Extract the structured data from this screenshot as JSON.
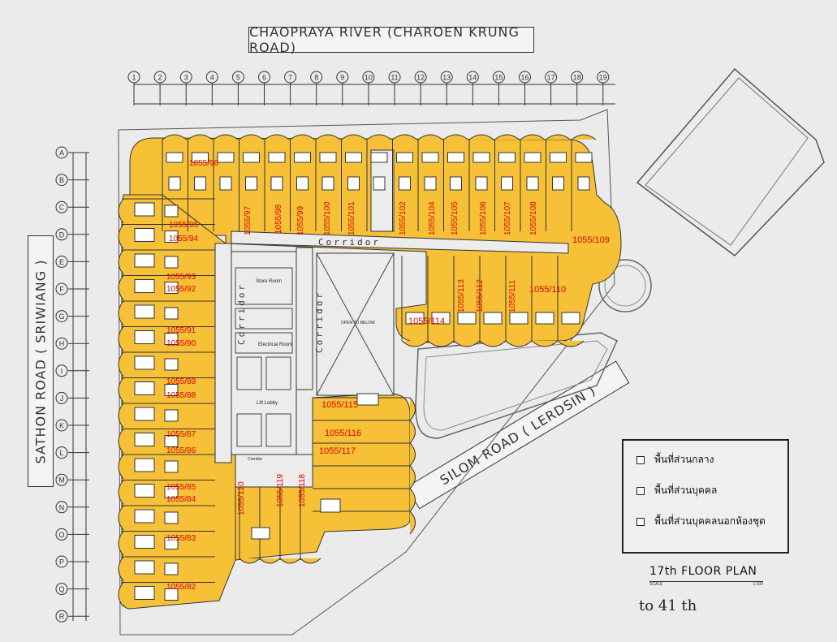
{
  "roads": {
    "top": "CHAOPRAYA RIVER (CHAROEN KRUNG ROAD)",
    "left": "SATHON ROAD ( SRIWIANG )",
    "silom": "SILOM ROAD ( LERDSIN )"
  },
  "grid": {
    "columns": [
      "1",
      "2",
      "3",
      "4",
      "5",
      "6",
      "7",
      "8",
      "9",
      "10",
      "11",
      "12",
      "13",
      "14",
      "15",
      "16",
      "17",
      "18",
      "19"
    ],
    "rows": [
      "A",
      "B",
      "C",
      "D",
      "E",
      "F",
      "G",
      "H",
      "I",
      "J",
      "K",
      "L",
      "M",
      "N",
      "O",
      "P",
      "Q",
      "R"
    ]
  },
  "corridor_labels": {
    "main": "Corridor",
    "left": "Corridor",
    "right": "Corridor"
  },
  "rooms": {
    "store": "Store Room",
    "electrical": "Electrical Room",
    "lift": "Lift Lobby",
    "open": "OPEN TO BELOW",
    "corridor_small": "Corridor"
  },
  "units": {
    "u96": "1055/96",
    "u95": "1055/95",
    "u94": "1055/94",
    "u93": "1055/93",
    "u92": "1055/92",
    "u91": "1055/91",
    "u90": "1055/90",
    "u89": "1055/89",
    "u88": "1055/88",
    "u87": "1055/87",
    "u86": "1055/86",
    "u85": "1055/85",
    "u84": "1055/84",
    "u83": "1055/83",
    "u82": "1055/82",
    "u97": "1055/97",
    "u98": "1055/98",
    "u99": "1055/99",
    "u100": "1055/100",
    "u101": "1055/101",
    "u102": "1055/102",
    "u104": "1055/104",
    "u105": "1055/105",
    "u106": "1055/106",
    "u107": "1055/107",
    "u108": "1055/108",
    "u109": "1055/109",
    "u110": "1055/110",
    "u111": "1055/111",
    "u112": "1055/112",
    "u113": "1055/113",
    "u114": "1055/114",
    "u115": "1055/115",
    "u116": "1055/116",
    "u117": "1055/117",
    "u118": "1055/118",
    "u119": "1055/119",
    "u120": "1055/120"
  },
  "legend": {
    "item1": "พื้นที่ส่วนกลาง",
    "item2": "พื้นที่ส่วนบุคคล",
    "item3": "พื้นที่ส่วนบุคคลนอกห้องชุด"
  },
  "plan": {
    "title": "17th FLOOR PLAN",
    "scale_left": "SCALE",
    "scale_right": "1:100",
    "range": "to 41 th"
  },
  "colors": {
    "unit_fill": "#f6c137",
    "label_red": "#e00000",
    "line": "#333333"
  }
}
